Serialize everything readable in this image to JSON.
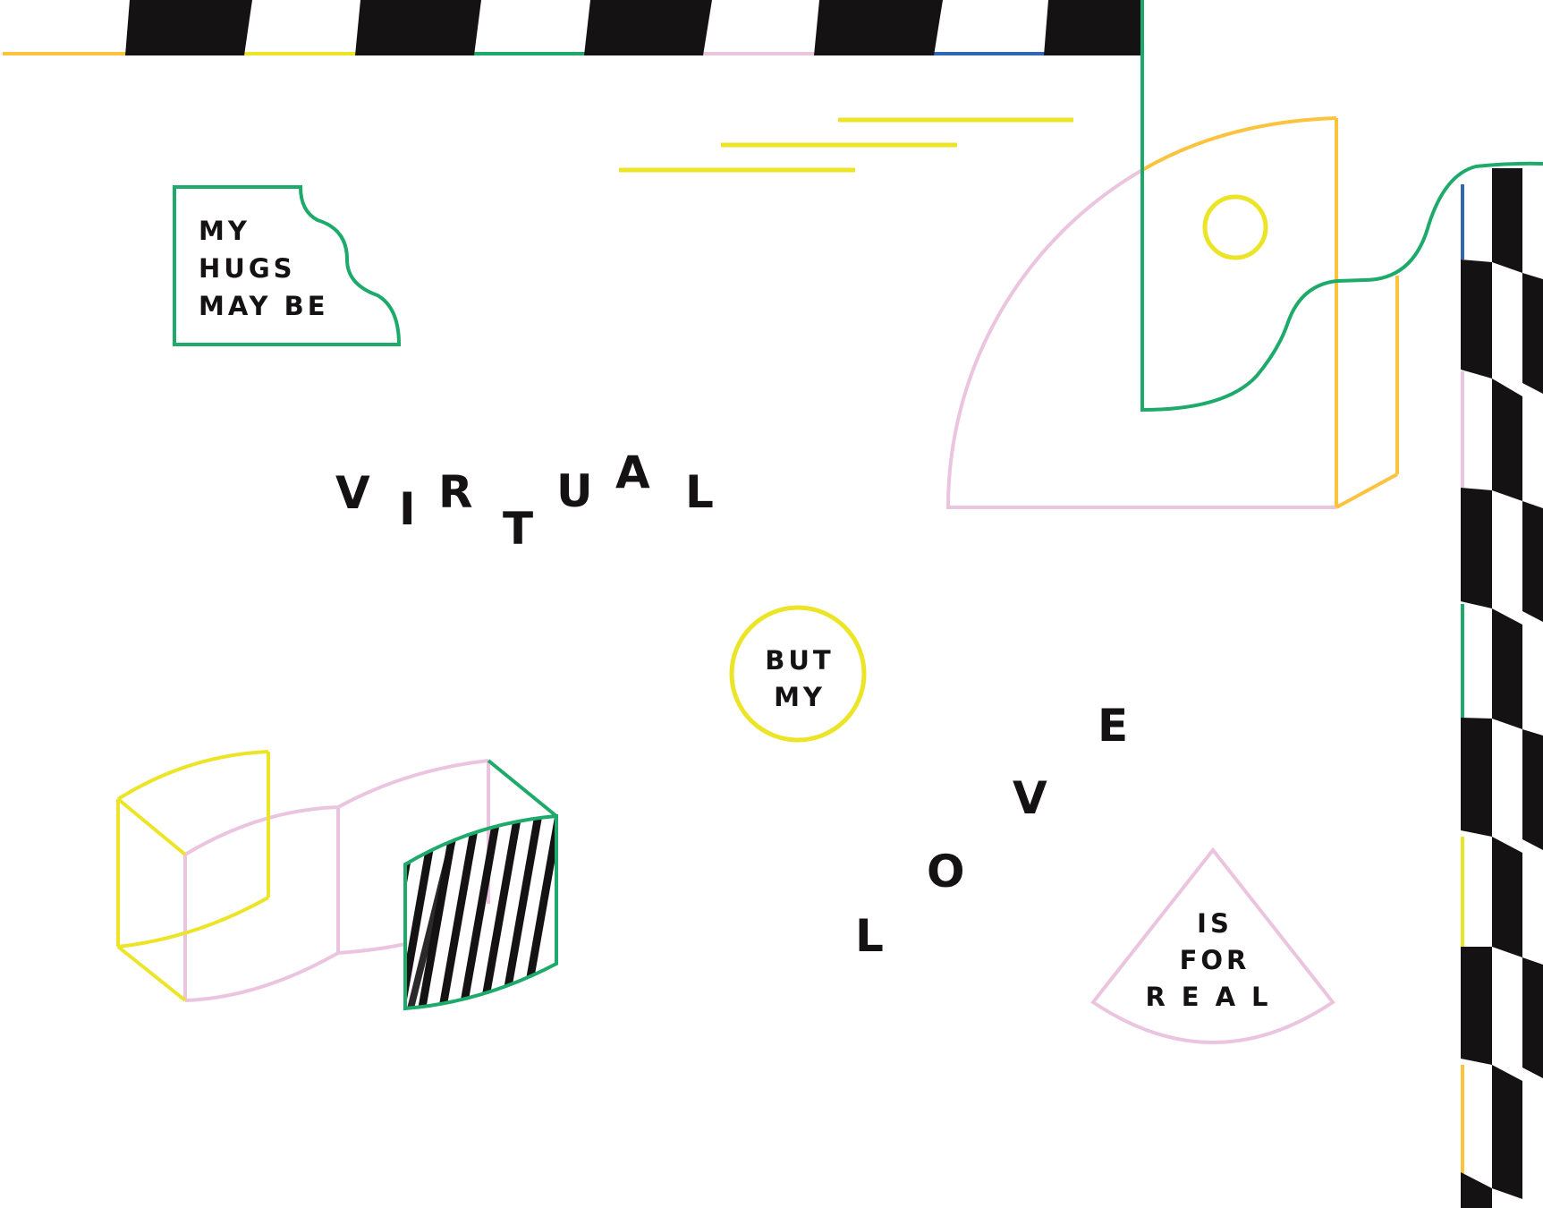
{
  "palette": {
    "black": "#141213",
    "green": "#1eaa6a",
    "yellow": "#ece527",
    "orange": "#fbc33e",
    "pink": "#ebc5df",
    "blue": "#3366b2",
    "white": "#ffffff"
  },
  "hugs_box": {
    "lines": [
      "MY",
      "HUGS",
      "MAY BE"
    ]
  },
  "virtual_word": {
    "letters": [
      "V",
      "I",
      "R",
      "T",
      "U",
      "A",
      "L"
    ]
  },
  "but_circle": {
    "lines": [
      "BUT",
      "MY"
    ]
  },
  "love_word": {
    "letters": [
      "L",
      "O",
      "V",
      "E"
    ]
  },
  "real_triangle": {
    "lines": [
      "IS",
      "FOR",
      "REAL"
    ]
  }
}
